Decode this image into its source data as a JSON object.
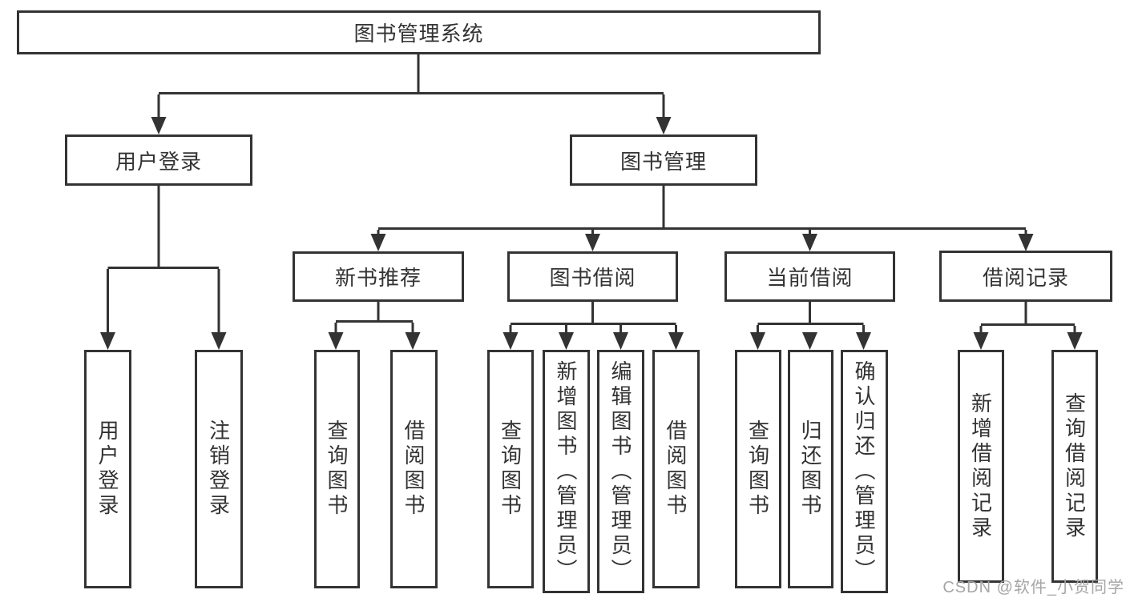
{
  "diagram_title": "图书管理系统",
  "chart_type": "hierarchy-diagram",
  "tree": {
    "label": "图书管理系统",
    "children": [
      {
        "label": "用户登录",
        "children": [
          {
            "label": "用户登录"
          },
          {
            "label": "注销登录"
          }
        ]
      },
      {
        "label": "图书管理",
        "children": [
          {
            "label": "新书推荐",
            "children": [
              {
                "label": "查询图书"
              },
              {
                "label": "借阅图书"
              }
            ]
          },
          {
            "label": "图书借阅",
            "children": [
              {
                "label": "查询图书"
              },
              {
                "label": "新增图书（管理员）"
              },
              {
                "label": "编辑图书（管理员）"
              },
              {
                "label": "借阅图书"
              }
            ]
          },
          {
            "label": "当前借阅",
            "children": [
              {
                "label": "查询图书"
              },
              {
                "label": "归还图书"
              },
              {
                "label": "确认归还（管理员）"
              }
            ]
          },
          {
            "label": "借阅记录",
            "children": [
              {
                "label": "新增借阅记录"
              },
              {
                "label": "查询借阅记录"
              }
            ]
          }
        ]
      }
    ]
  },
  "watermark": {
    "text": "CSDN @软件_小贺同学"
  },
  "colors": {
    "line": "#333333",
    "box_border": "#333333",
    "box_background": "#ffffff",
    "text": "#333333",
    "watermark": "#a6a6a6"
  }
}
